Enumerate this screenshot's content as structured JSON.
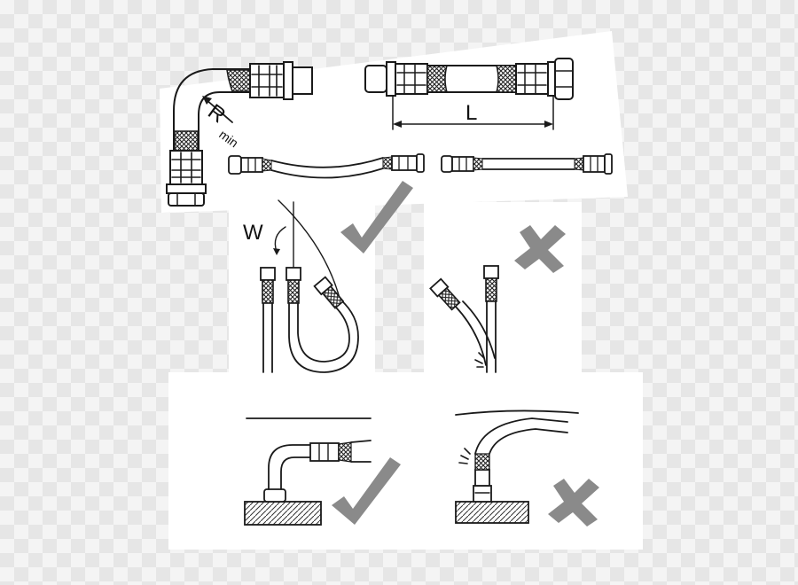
{
  "labels": {
    "radius_symbol": "R",
    "radius_subscript": "min",
    "length_symbol": "L",
    "angle_symbol": "W"
  },
  "colors": {
    "ink": "#1a1a1a",
    "mark_gray": "#8a8a8a",
    "panel": "#ffffff",
    "hatch": "#4a4a4a"
  },
  "marks": {
    "correct": "check-mark",
    "incorrect": "cross-mark"
  }
}
